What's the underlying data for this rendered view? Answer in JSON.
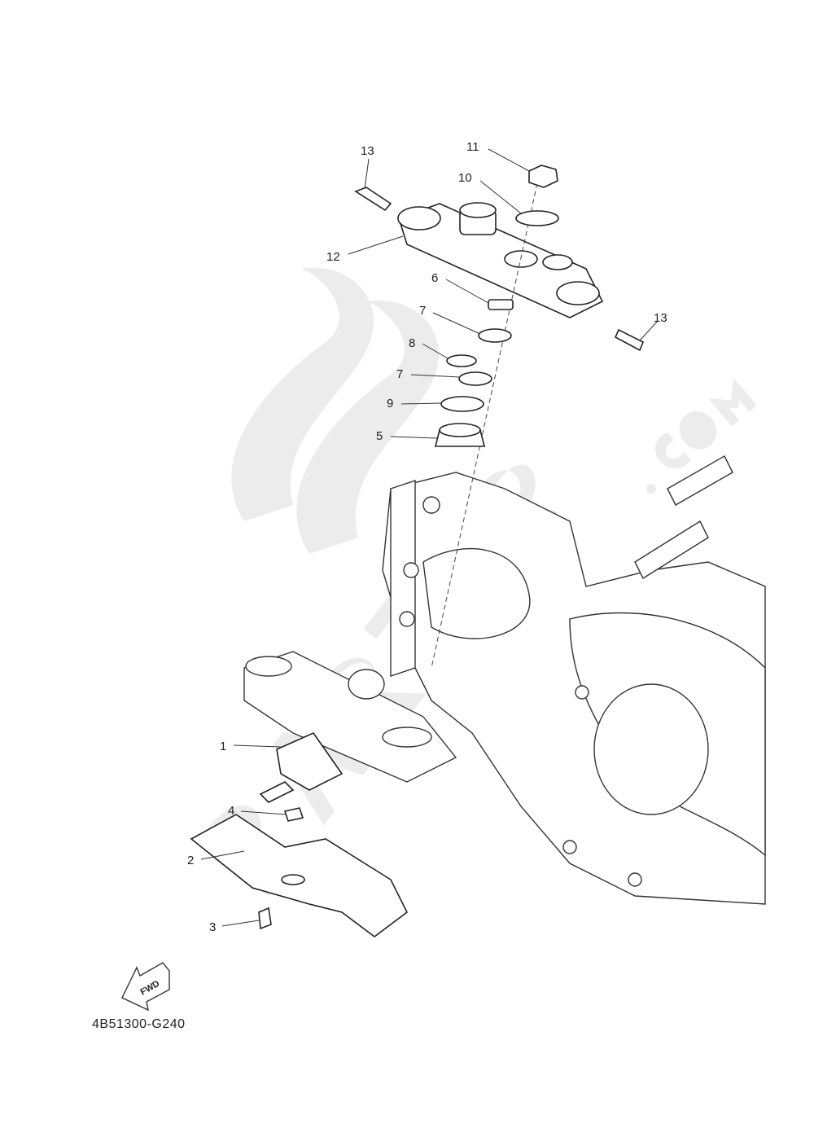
{
  "diagram": {
    "diagram_code": "4B51300-G240",
    "direction_label": "FWD",
    "watermark": "PARTSS.COM",
    "callouts": [
      "13",
      "11",
      "10",
      "12",
      "6",
      "7",
      "8",
      "7",
      "9",
      "5",
      "13",
      "1",
      "4",
      "2",
      "3"
    ]
  }
}
